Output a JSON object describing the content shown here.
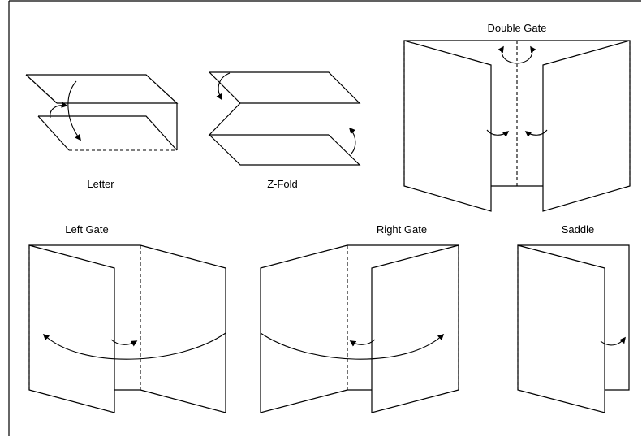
{
  "labels": {
    "letter": "Letter",
    "z_fold": "Z-Fold",
    "double_gate": "Double Gate",
    "left_gate": "Left Gate",
    "right_gate": "Right Gate",
    "saddle": "Saddle"
  },
  "colors": {
    "stroke": "#000000",
    "background": "#ffffff"
  }
}
